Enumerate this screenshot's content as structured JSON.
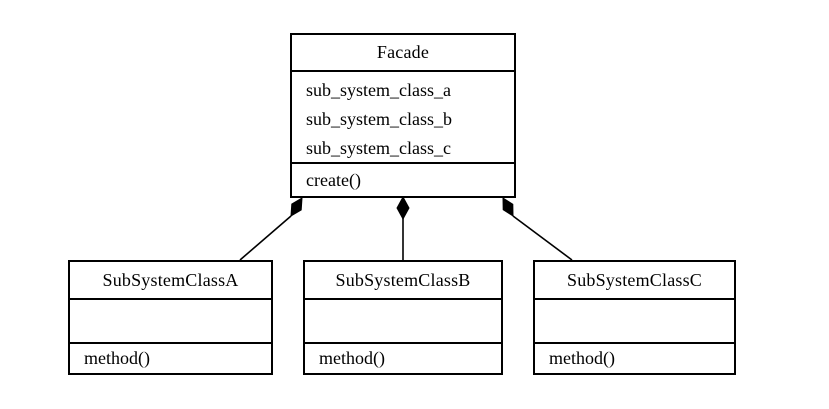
{
  "diagram": {
    "kind": "uml-class-diagram",
    "background_color": "#ffffff",
    "line_color": "#000000",
    "box_fill": "#ffffff",
    "text_color": "#000000"
  },
  "facade": {
    "name": "Facade",
    "attributes": [
      "sub_system_class_a",
      "sub_system_class_b",
      "sub_system_class_c"
    ],
    "methods": [
      "create()"
    ]
  },
  "subsystems": [
    {
      "name": "SubSystemClassA",
      "attributes": [],
      "methods": [
        "method()"
      ]
    },
    {
      "name": "SubSystemClassB",
      "attributes": [],
      "methods": [
        "method()"
      ]
    },
    {
      "name": "SubSystemClassC",
      "attributes": [],
      "methods": [
        "method()"
      ]
    }
  ],
  "relationships": [
    {
      "from": "Facade",
      "to": "SubSystemClassA",
      "type": "composition"
    },
    {
      "from": "Facade",
      "to": "SubSystemClassB",
      "type": "composition"
    },
    {
      "from": "Facade",
      "to": "SubSystemClassC",
      "type": "composition"
    }
  ]
}
